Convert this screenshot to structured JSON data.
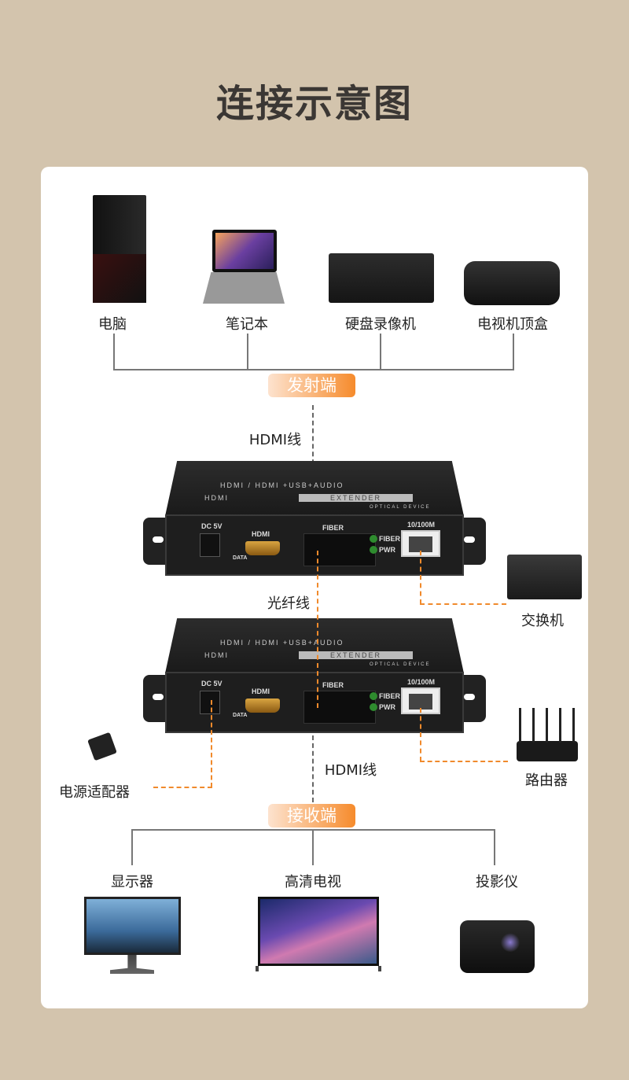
{
  "title": "连接示意图",
  "sources": [
    "电脑",
    "笔记本",
    "硬盘录像机",
    "电视机顶盒"
  ],
  "transmitter_label": "发射端",
  "receiver_label": "接收端",
  "hdmi_cable": "HDMI线",
  "fiber_cable": "光纤线",
  "switch_label": "交换机",
  "router_label": "路由器",
  "adapter_label": "电源适配器",
  "displays": [
    "显示器",
    "高清电视",
    "投影仪"
  ],
  "device": {
    "top_line": "HDMI / HDMI +USB+AUDIO",
    "hdmi": "HDMI",
    "extender": "EXTENDER",
    "optical": "OPTICAL DEVICE",
    "dc": "DC 5V",
    "data": "DATA",
    "fiber": "FIBER",
    "fiber_led": "FIBER",
    "pwr_led": "PWR",
    "lan": "10/100M"
  },
  "colors": {
    "accent": "#f68b2c",
    "background": "#d3c4ad"
  }
}
